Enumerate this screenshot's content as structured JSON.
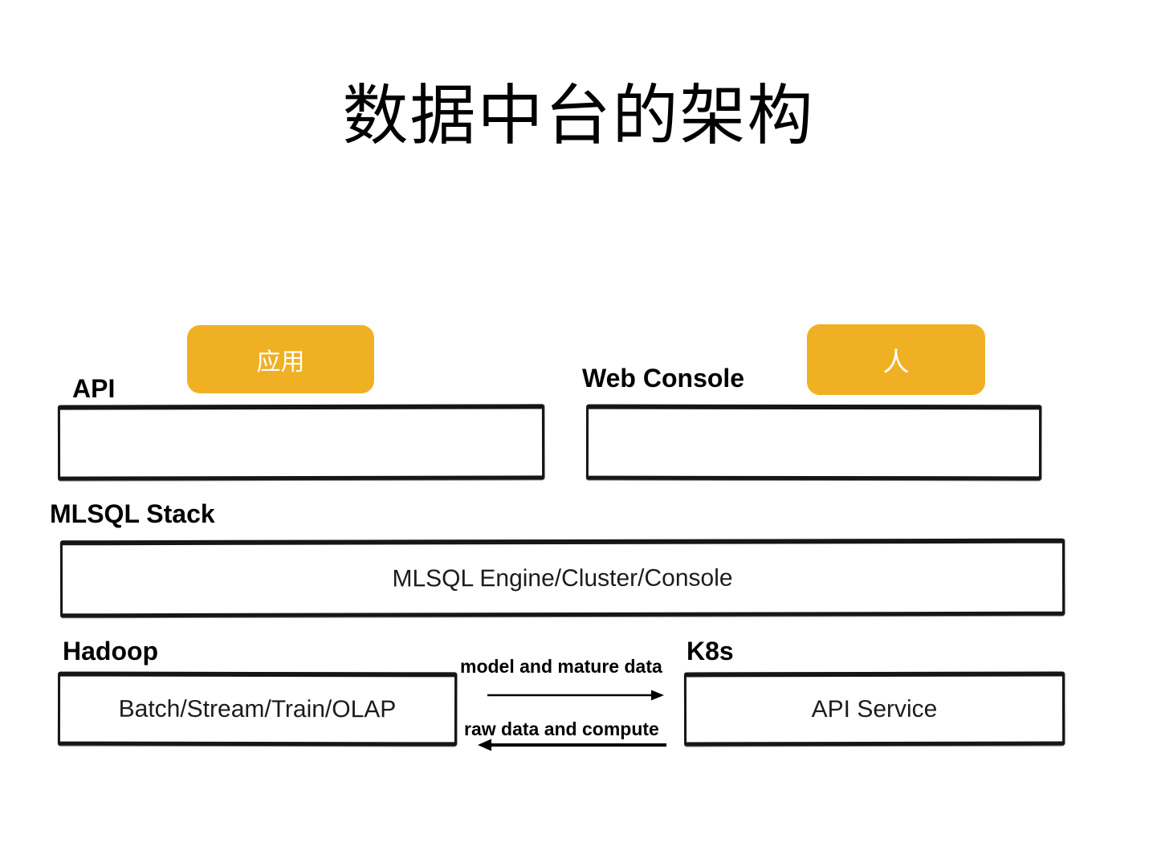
{
  "slide": {
    "title": "数据中台的架构",
    "accent_color": "#F0B024",
    "border_color": "#161616",
    "pills": {
      "app": "应用",
      "person": "人"
    },
    "sections": {
      "api": {
        "label": "API",
        "box": ""
      },
      "web_console": {
        "label": "Web Console",
        "box": ""
      },
      "mlsql_stack": {
        "label": "MLSQL Stack",
        "box": "MLSQL Engine/Cluster/Console"
      },
      "hadoop": {
        "label": "Hadoop",
        "box": "Batch/Stream/Train/OLAP"
      },
      "k8s": {
        "label": "K8s",
        "box": "API Service"
      }
    },
    "arrows": {
      "to_k8s": "model and mature data",
      "to_hadoop": "raw data and compute"
    }
  }
}
